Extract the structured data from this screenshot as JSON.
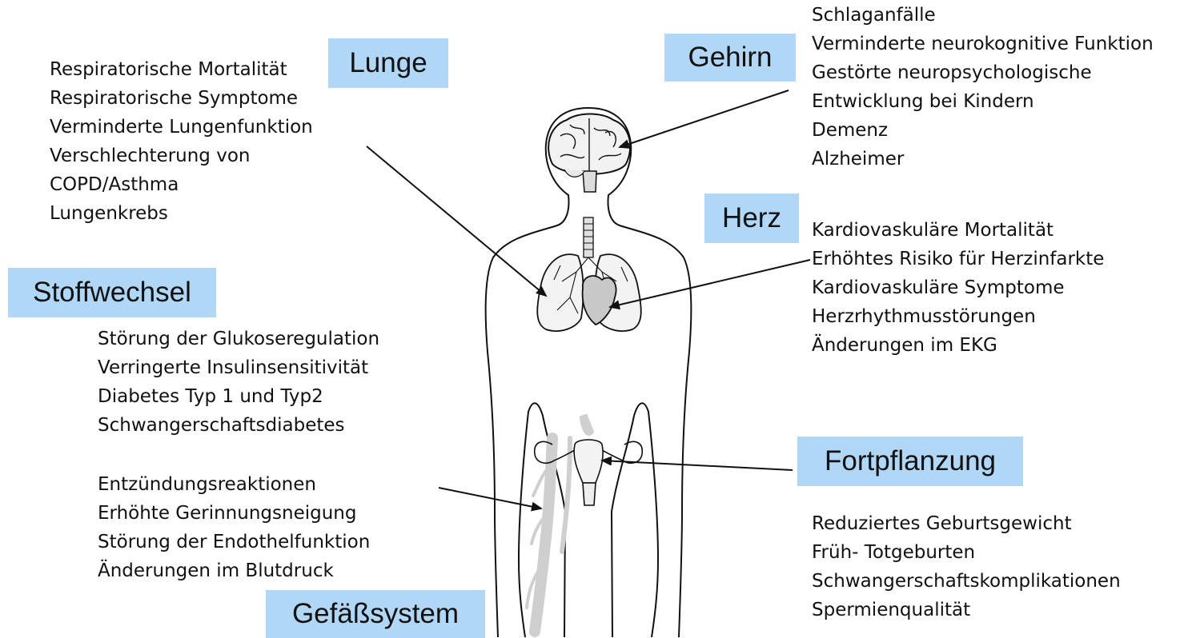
{
  "lunge": {
    "label": "Lunge",
    "items": [
      "Respiratorische Mortalität",
      "Respiratorische Symptome",
      "Verminderte Lungenfunktion",
      "Verschlechterung von",
      "COPD/Asthma",
      "Lungenkrebs"
    ]
  },
  "gehirn": {
    "label": "Gehirn",
    "items": [
      "Schlaganfälle",
      "Verminderte neurokognitive Funktion",
      "Gestörte neuropsychologische",
      "Entwicklung bei Kindern",
      "Demenz",
      "Alzheimer"
    ]
  },
  "herz": {
    "label": "Herz",
    "items": [
      "Kardiovaskuläre Mortalität",
      "Erhöhtes Risiko für Herzinfarkte",
      "Kardiovaskuläre Symptome",
      "Herzrhythmusstörungen",
      "Änderungen im EKG"
    ]
  },
  "stoffwechsel": {
    "label": "Stoffwechsel",
    "items": [
      "Störung der Glukoseregulation",
      "Verringerte Insulinsensitivität",
      "Diabetes Typ 1 und Typ2",
      "Schwangerschaftsdiabetes"
    ]
  },
  "gefaess": {
    "label": "Gefäßsystem",
    "items": [
      "Entzündungsreaktionen",
      "Erhöhte Gerinnungsneigung",
      "Störung der Endothelfunktion",
      "Änderungen im Blutdruck"
    ]
  },
  "fortpflanzung": {
    "label": "Fortpflanzung",
    "items": [
      "Reduziertes Geburtsgewicht",
      "Früh- Totgeburten",
      "Schwangerschaftskomplikationen",
      "Spermienqualität"
    ]
  },
  "colors": {
    "label_bg": "#b0d8f6",
    "organ_fill": "#c8c8c8",
    "outline": "#111111"
  }
}
